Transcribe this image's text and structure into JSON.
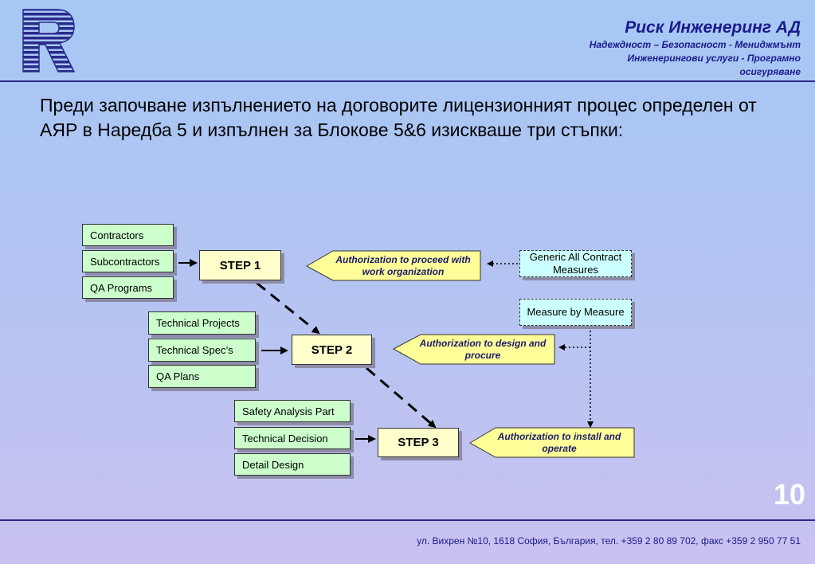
{
  "header": {
    "company_name": "Риск Инженеринг АД",
    "tagline_1": "Надеждност – Безопасност - Мениджмънт",
    "tagline_2": "Инженерингови услуги - Програмно",
    "tagline_3": "осигуряване"
  },
  "intro_text": "Преди започване изпълнението на договорите лицензионният процес определен от АЯР в Наредба 5 и изпълнен за Блокове 5&6 изискваше три стъпки:",
  "diagram": {
    "group1": [
      "Contractors",
      "Subcontractors",
      "QA Programs"
    ],
    "group2": [
      "Technical Projects",
      "Technical Spec’s",
      "QA Plans"
    ],
    "group3": [
      "Safety Analysis Part",
      "Technical Decision",
      "Detail Design"
    ],
    "steps": [
      "STEP 1",
      "STEP 2",
      "STEP 3"
    ],
    "auth1": "Authorization to proceed with work organization",
    "auth2": "Authorization to design and procure",
    "auth3": "Authorization to install and operate",
    "measures1": "Generic All Contract Measures",
    "measures2": "Measure by Measure"
  },
  "page_number": "10",
  "footer": "ул. Вихрен №10, 1618 София, България, тел. +359 2 80 89 702, факс +359 2 950 77 51",
  "colors": {
    "title_blue": "#1a1a8c",
    "box_green": "#ccffcc",
    "step_yellow": "#ffffcc",
    "measure_cyan": "#ccffff"
  }
}
